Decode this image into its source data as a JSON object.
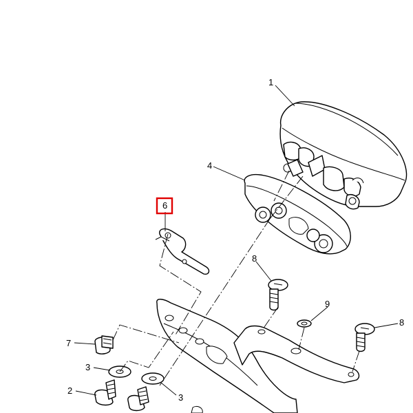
{
  "callouts": {
    "c1": "1",
    "c2": "2",
    "c3a": "3",
    "c3b": "3",
    "c4": "4",
    "c6": "6",
    "c7": "7",
    "c8a": "8",
    "c8b": "8",
    "c9": "9"
  },
  "highlight": {
    "callout": "6",
    "color": "#e00000"
  }
}
